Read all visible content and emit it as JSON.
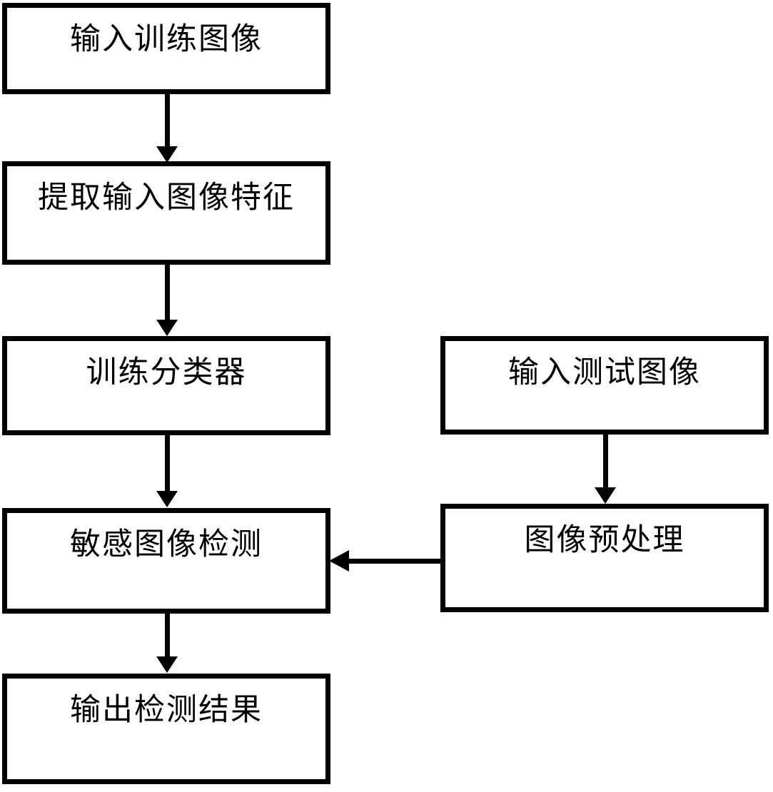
{
  "flowchart": {
    "background_color": "#ffffff",
    "line_color": "#000000",
    "text_color": "#000000",
    "nodes": [
      {
        "id": "input-training",
        "label": "输入训练图像"
      },
      {
        "id": "extract-features",
        "label": "提取输入图像特征"
      },
      {
        "id": "train-classifier",
        "label": "训练分类器"
      },
      {
        "id": "sensitive-detect",
        "label": "敏感图像检测"
      },
      {
        "id": "output-result",
        "label": "输出检测结果"
      },
      {
        "id": "input-test",
        "label": "输入测试图像"
      },
      {
        "id": "preprocess",
        "label": "图像预处理"
      }
    ],
    "edges": [
      {
        "from": "input-training",
        "to": "extract-features",
        "direction": "down"
      },
      {
        "from": "extract-features",
        "to": "train-classifier",
        "direction": "down"
      },
      {
        "from": "train-classifier",
        "to": "sensitive-detect",
        "direction": "down"
      },
      {
        "from": "sensitive-detect",
        "to": "output-result",
        "direction": "down"
      },
      {
        "from": "input-test",
        "to": "preprocess",
        "direction": "down"
      },
      {
        "from": "preprocess",
        "to": "sensitive-detect",
        "direction": "left"
      }
    ]
  }
}
